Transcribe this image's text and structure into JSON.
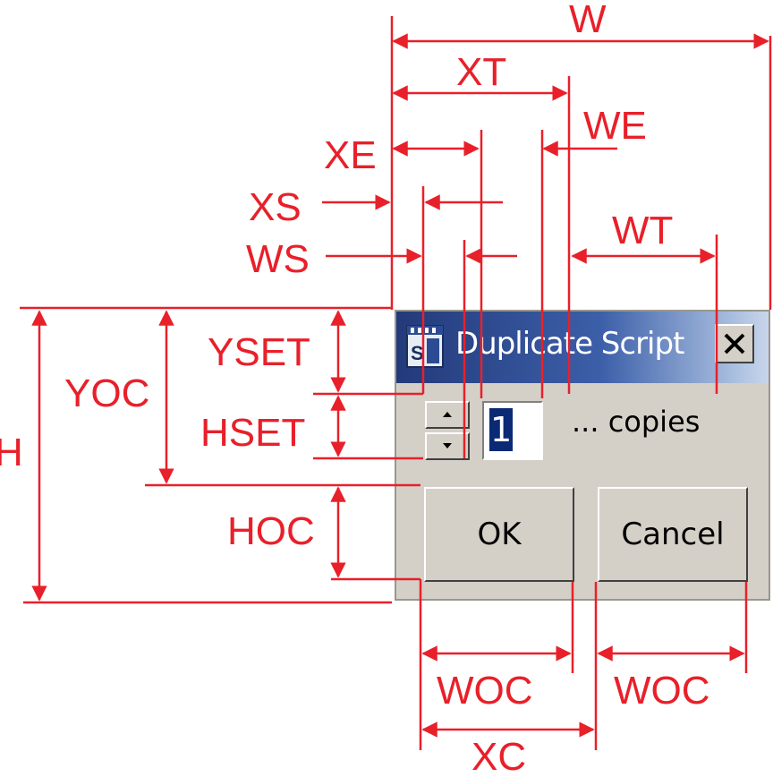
{
  "dialog": {
    "title": "Duplicate Script",
    "close_glyph": "X",
    "stepper_icons": [
      "up-arrow-icon",
      "down-arrow-icon"
    ],
    "copies_value": "1",
    "copies_label": "... copies",
    "ok_label": "OK",
    "cancel_label": "Cancel"
  },
  "annotations": {
    "W": "W",
    "XT": "XT",
    "WE": "WE",
    "XE": "XE",
    "XS": "XS",
    "WS": "WS",
    "WT": "WT",
    "YSET": "YSET",
    "YOC": "YOC",
    "HSET": "HSET",
    "H": "H",
    "HOC": "HOC",
    "WOC_left": "WOC",
    "WOC_right": "WOC",
    "XC": "XC"
  },
  "colors": {
    "annotation": "#e8202a",
    "dialog_bg": "#d4d0c8",
    "title_start": "#233a7a",
    "title_end": "#c8d6ea"
  }
}
